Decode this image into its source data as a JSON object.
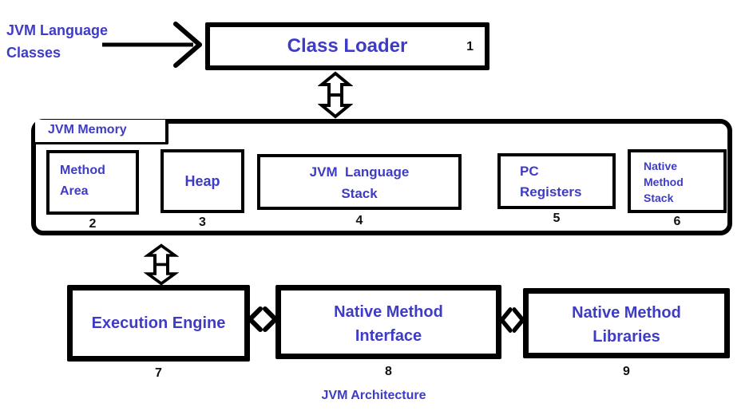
{
  "colors": {
    "text_blue": "#3e3cc6",
    "line_black": "#000000",
    "background": "#ffffff"
  },
  "input": {
    "label": "JVM Language\nClasses"
  },
  "class_loader": {
    "label": "Class Loader",
    "number": "1"
  },
  "jvm_memory": {
    "label": "JVM Memory",
    "components": [
      {
        "name": "method-area",
        "label": "Method\nArea",
        "number": "2"
      },
      {
        "name": "heap",
        "label": "Heap",
        "number": "3"
      },
      {
        "name": "jvm-language-stack",
        "label": "JVM  Language\nStack",
        "number": "4"
      },
      {
        "name": "pc-registers",
        "label": "PC\nRegisters",
        "number": "5"
      },
      {
        "name": "native-method-stack",
        "label": "Native\nMethod\nStack",
        "number": "6"
      }
    ]
  },
  "bottom": {
    "execution_engine": {
      "label": "Execution Engine",
      "number": "7"
    },
    "native_method_interface": {
      "label": "Native Method\nInterface",
      "number": "8"
    },
    "native_method_libraries": {
      "label": "Native Method\nLibraries",
      "number": "9"
    }
  },
  "caption": "JVM Architecture"
}
